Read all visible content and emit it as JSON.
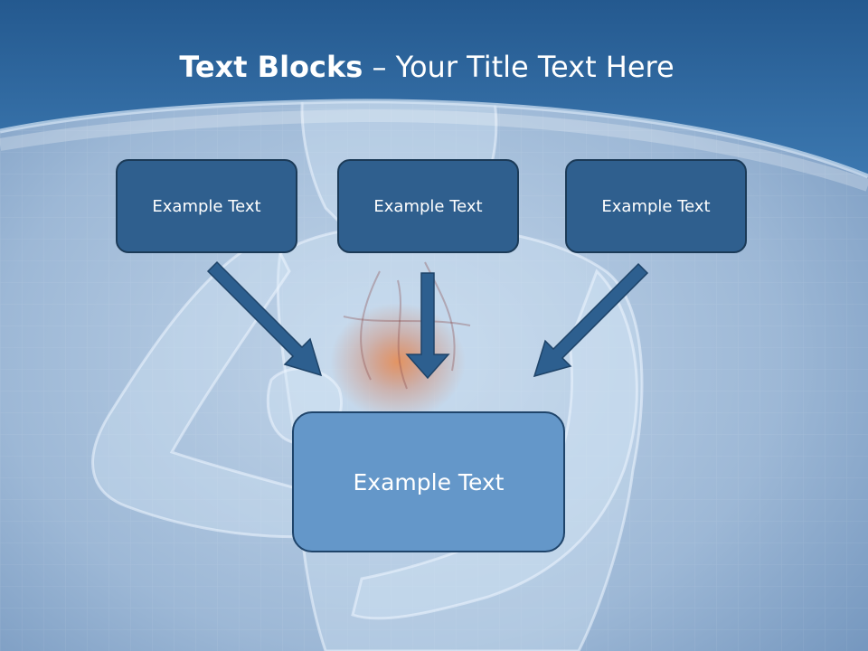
{
  "title": {
    "bold": "Text Blocks",
    "rest": " – Your Title Text Here"
  },
  "blocks": {
    "left": "Example Text",
    "center": "Example Text",
    "right": "Example Text",
    "main": "Example Text"
  },
  "colors": {
    "header_blue": "#2f67a0",
    "box_dark": "#2f5f8e",
    "box_light": "#6497c9",
    "arrow": "#2d5f8f"
  }
}
